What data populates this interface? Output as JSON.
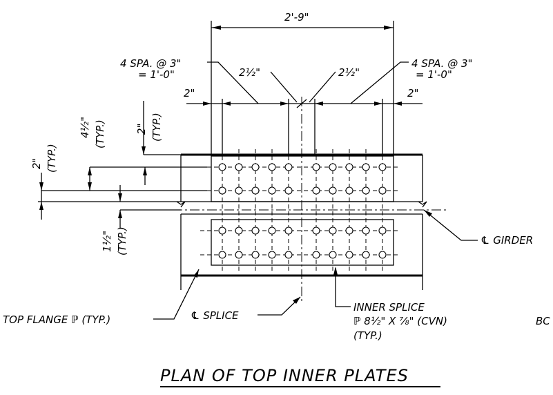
{
  "title": "PLAN OF TOP INNER PLATES",
  "sheet_mark": "BC",
  "dims": {
    "overall": "2'-9\"",
    "edge_left": "2\"",
    "edge_right": "2\"",
    "half_left": "2½\"",
    "half_right": "2½\"",
    "spa_left_1": "4 SPA. @ 3\"",
    "spa_left_2": "= 1'-0\"",
    "spa_right_1": "4 SPA. @ 3\"",
    "spa_right_2": "= 1'-0\"",
    "flange_typ": "2\"",
    "flange_typ_sub": "(TYP.)",
    "gage_typ": "4½\"",
    "gage_typ_sub": "(TYP.)",
    "edge_typ": "2\"",
    "edge_typ_sub": "(TYP.)",
    "gap_typ": "1½\"",
    "gap_typ_sub": "(TYP.)"
  },
  "labels": {
    "girder": "℄ GIRDER",
    "splice": "℄ SPLICE",
    "top_flange": "TOP FLANGE ℙ (TYP.)",
    "inner_splice_1": "INNER SPLICE",
    "inner_splice_2": "ℙ 8½\" X ⅞\" (CVN)",
    "inner_splice_3": "(TYP.)"
  },
  "bolts": {
    "rows_per_plate": 2,
    "bolts_per_row_each_side": 5,
    "plates": 2
  }
}
